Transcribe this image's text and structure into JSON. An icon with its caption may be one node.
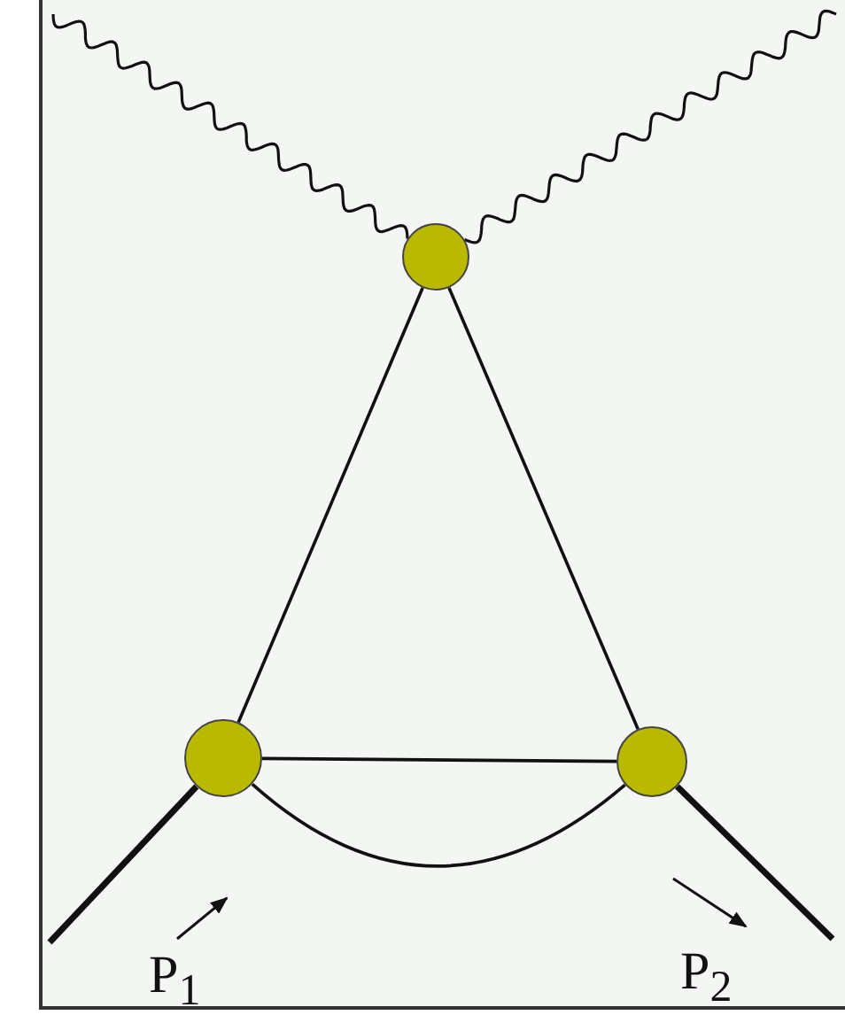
{
  "diagram": {
    "nodes": [
      {
        "text": [],
        "shape": "circle"
      },
      {
        "text": [],
        "shape": "circle"
      },
      {
        "text": [],
        "shape": "circle"
      }
    ],
    "edges": [
      {
        "from": null,
        "to": 0,
        "arrow": "none"
      },
      {
        "from": null,
        "to": 0,
        "arrow": "none"
      },
      {
        "from": 0,
        "to": 1,
        "arrow": "none"
      },
      {
        "from": 0,
        "to": 2,
        "arrow": "none"
      },
      {
        "from": 1,
        "to": 2,
        "arrow": "none"
      },
      {
        "from": 1,
        "to": 2,
        "arrow": "none"
      },
      {
        "from": null,
        "to": 1,
        "arrow": "none",
        "style": "thick"
      },
      {
        "from": 2,
        "to": null,
        "arrow": "none",
        "style": "thick"
      }
    ],
    "labels": [
      "P$_{1}$",
      "P$_{2}$"
    ]
  }
}
